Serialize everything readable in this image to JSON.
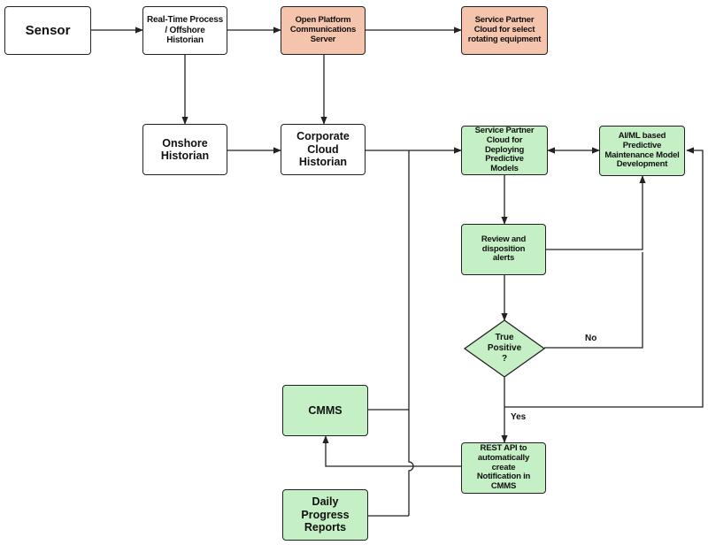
{
  "nodes": {
    "sensor": "Sensor",
    "realtime": "Real-Time Process\n/ Offshore\nHistorian",
    "opc": "Open Platform\nCommunications\nServer",
    "sp_cloud_rotating": "Service Partner\nCloud for select\nrotating equipment",
    "onshore": "Onshore\nHistorian",
    "corporate": "Corporate\nCloud\nHistorian",
    "sp_cloud_deploy": "Service Partner\nCloud for\nDeploying\nPredictive\nModels",
    "aiml": "AI/ML based\nPredictive\nMaintenance Model\nDevelopment",
    "review": "Review and\ndisposition\nalerts",
    "true_positive": "True\nPositive\n?",
    "cmms": "CMMS",
    "rest_api": "REST API to\nautomatically\ncreate\nNotification in\nCMMS",
    "daily_reports": "Daily\nProgress\nReports"
  },
  "edge_labels": {
    "no": "No",
    "yes": "Yes"
  },
  "colors": {
    "white": "#ffffff",
    "peach": "#f4c4ad",
    "green": "#c5f0c5",
    "line": "#222222"
  }
}
